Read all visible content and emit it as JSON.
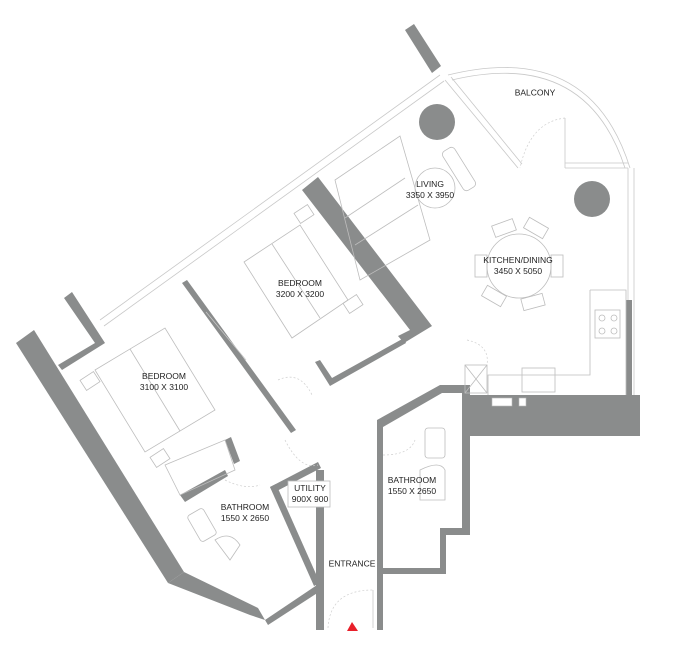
{
  "floor_plan": {
    "colors": {
      "wall": "#8a8c8c",
      "column": "#8a8c8c",
      "line": "#c8c8c8",
      "entrance_marker": "#e8202a",
      "background": "#ffffff",
      "text": "#222222"
    },
    "rooms": [
      {
        "id": "balcony",
        "name": "BALCONY",
        "dimensions": ""
      },
      {
        "id": "living",
        "name": "LIVING",
        "dimensions": "3350 X 3950"
      },
      {
        "id": "kitchen-dining",
        "name": "KITCHEN/DINING",
        "dimensions": "3450 X 5050"
      },
      {
        "id": "bedroom-2",
        "name": "BEDROOM",
        "dimensions": "3200 X 3200"
      },
      {
        "id": "bedroom-1",
        "name": "BEDROOM",
        "dimensions": "3100 X 3100"
      },
      {
        "id": "bathroom-1",
        "name": "BATHROOM",
        "dimensions": "1550 X 2650"
      },
      {
        "id": "utility",
        "name": "UTILITY",
        "dimensions": "900X 900"
      },
      {
        "id": "bathroom-2",
        "name": "BATHROOM",
        "dimensions": "1550 X 2650"
      },
      {
        "id": "entrance",
        "name": "ENTRANCE",
        "dimensions": ""
      }
    ],
    "entrance_marker": "red-triangle"
  }
}
